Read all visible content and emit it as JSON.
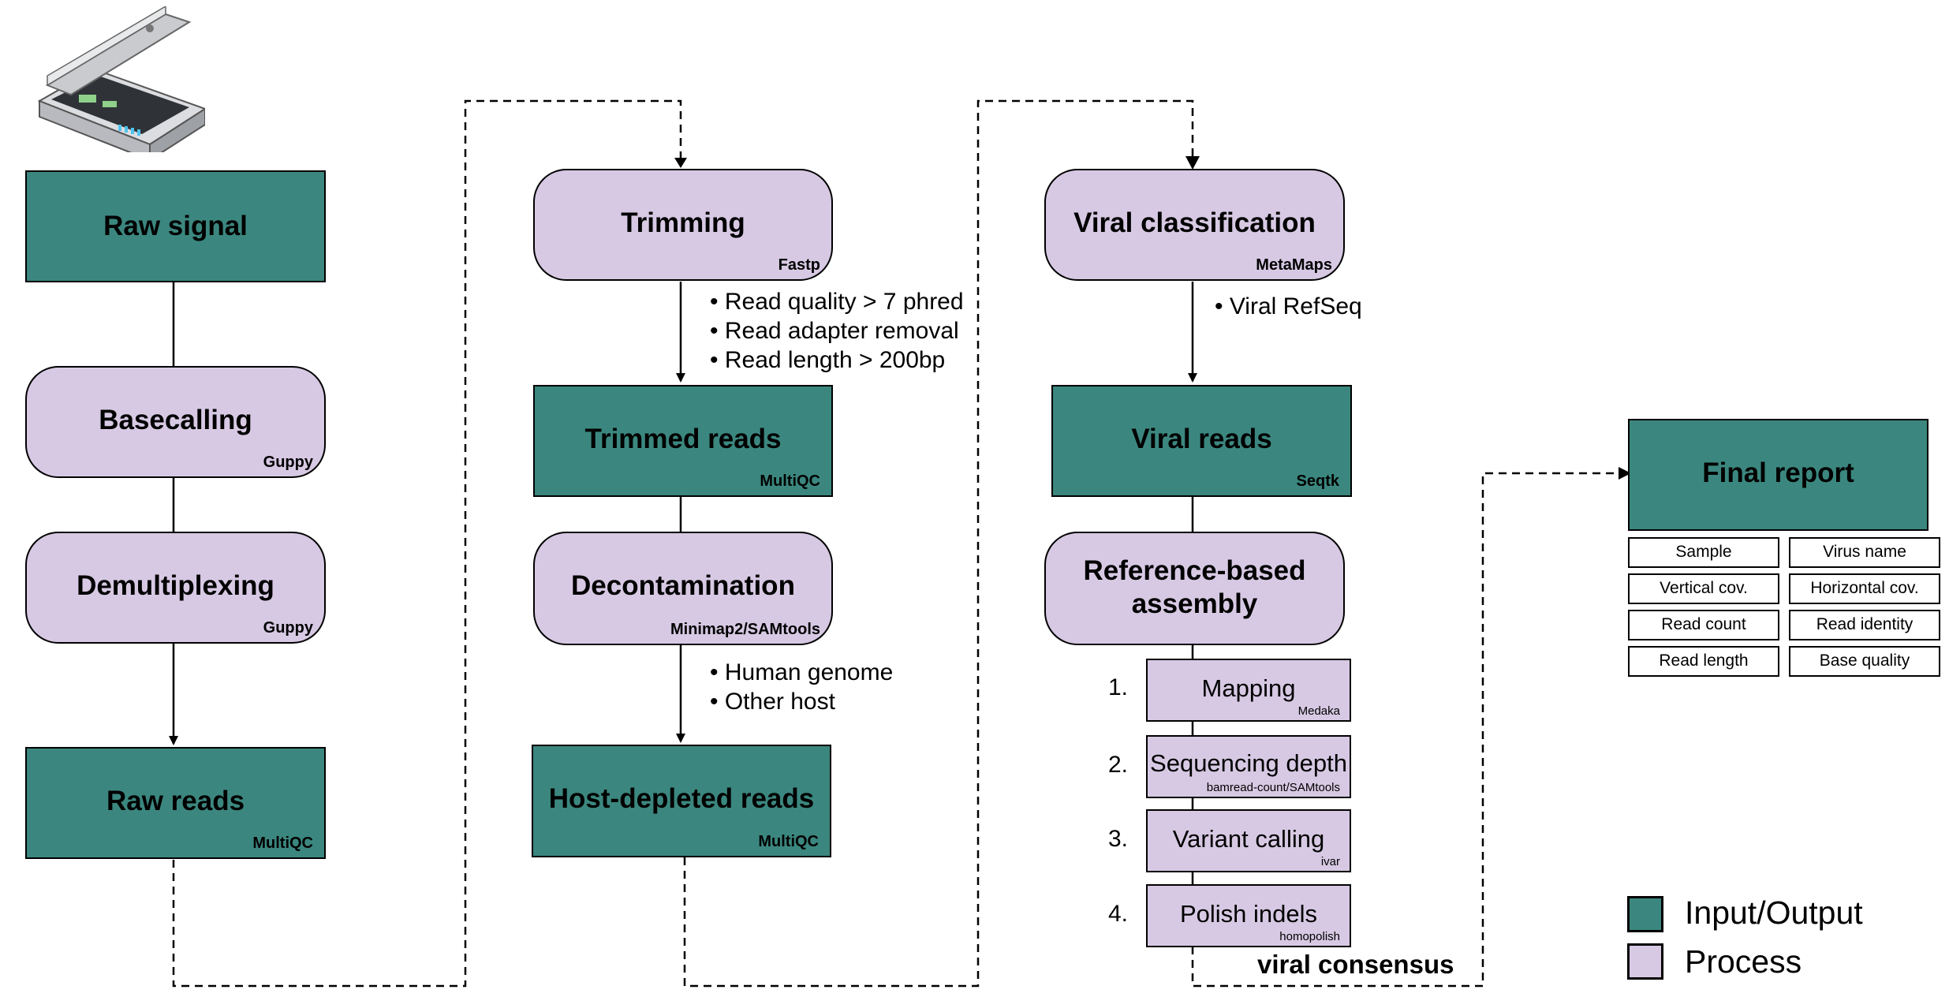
{
  "colors": {
    "io": "#3b877f",
    "process": "#d7c9e3"
  },
  "device": {
    "icon": "sequencer-device-icon"
  },
  "col1": {
    "raw_signal": "Raw signal",
    "basecalling": {
      "title": "Basecalling",
      "tool": "Guppy"
    },
    "demultiplexing": {
      "title": "Demultiplexing",
      "tool": "Guppy"
    },
    "raw_reads": {
      "title": "Raw reads",
      "tool": "MultiQC"
    }
  },
  "col2": {
    "trimming": {
      "title": "Trimming",
      "tool": "Fastp",
      "bullets": [
        "• Read quality > 7 phred",
        "• Read adapter removal",
        "• Read length > 200bp"
      ]
    },
    "trimmed_reads": {
      "title": "Trimmed reads",
      "tool": "MultiQC"
    },
    "decontamination": {
      "title": "Decontamination",
      "tool": "Minimap2/SAMtools",
      "bullets": [
        "• Human genome",
        "• Other host"
      ]
    },
    "host_depleted": {
      "title": "Host-depleted reads",
      "tool": "MultiQC"
    }
  },
  "col3": {
    "viral_classification": {
      "title": "Viral classification",
      "tool": "MetaMaps",
      "bullets": [
        "• Viral RefSeq"
      ]
    },
    "viral_reads": {
      "title": "Viral reads",
      "tool": "Seqtk"
    },
    "assembly": {
      "title_line1": "Reference-based",
      "title_line2": "assembly"
    },
    "steps": [
      {
        "num": "1.",
        "title": "Mapping",
        "tool": "Medaka"
      },
      {
        "num": "2.",
        "title": "Sequencing depth",
        "tool": "bamread-count/SAMtools"
      },
      {
        "num": "3.",
        "title": "Variant calling",
        "tool": "ivar"
      },
      {
        "num": "4.",
        "title": "Polish indels",
        "tool": "homopolish"
      }
    ],
    "consensus_label": "viral consensus"
  },
  "report": {
    "title": "Final report",
    "fields": [
      "Sample",
      "Virus name",
      "Vertical cov.",
      "Horizontal cov.",
      "Read count",
      "Read identity",
      "Read length",
      "Base quality"
    ]
  },
  "legend": {
    "io": "Input/Output",
    "process": "Process"
  }
}
